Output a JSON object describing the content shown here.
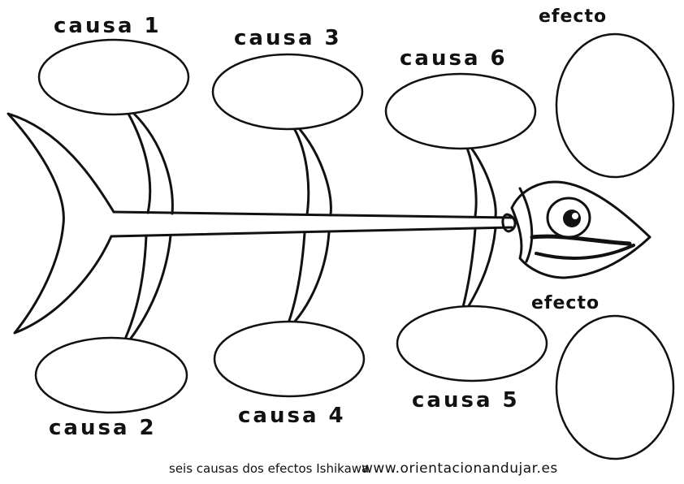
{
  "diagram": {
    "causes": [
      {
        "label": "causa 1"
      },
      {
        "label": "causa 2"
      },
      {
        "label": "causa 3"
      },
      {
        "label": "causa 4"
      },
      {
        "label": "causa 5"
      },
      {
        "label": "causa 6"
      }
    ],
    "effects": [
      {
        "label": "efecto"
      },
      {
        "label": "efecto"
      }
    ],
    "footer": {
      "caption": "seis causas dos efectos Ishikawa",
      "url": "www.orientacionandujar.es"
    }
  }
}
